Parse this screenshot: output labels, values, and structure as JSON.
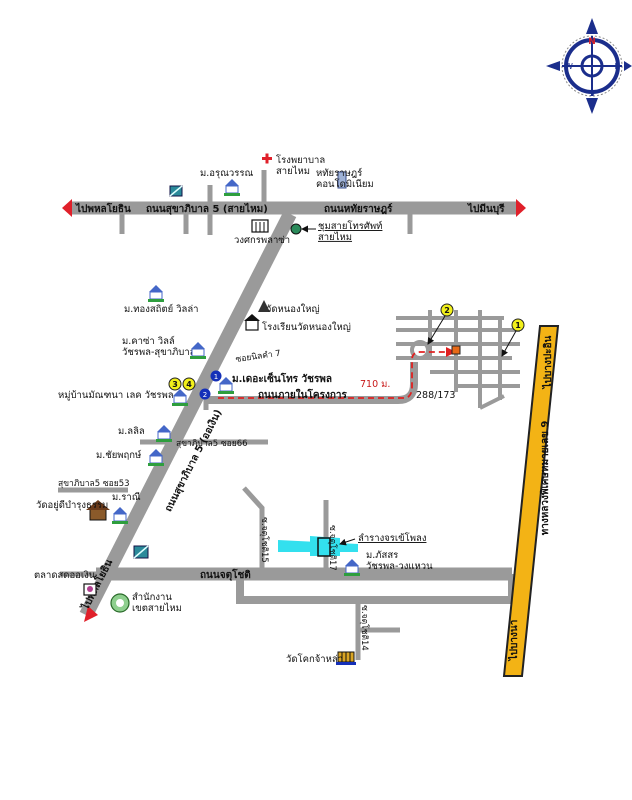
{
  "colors": {
    "road": "#9a9a9a",
    "road_dark": "#7c7c7c",
    "highway": "#f3b315",
    "route": "#e02020",
    "canal": "#33e0ee",
    "arrow_red": "#e0202a",
    "marker_yellow": "#f2f01a",
    "marker_blue": "#1530b8",
    "house": "#2e9e3e",
    "roof": "#4467c8"
  },
  "compass": {
    "n": "N",
    "s": "S",
    "e": "E",
    "w": "W"
  },
  "roads": {
    "top_left_direction": "ไปพหลโยธิน",
    "top_right_direction": "ไปมีนบุรี",
    "sukhaphiban5_north": "ถนนสุขาภิบาล 5 (สายไหม)",
    "hathairat": "ถนนหทัยราษฎร์",
    "sukhaphiban5_diag": "ถนนสุขาภิบาล 5 (ออเงิน)",
    "phahon_link": "ไปพหลโยธิน",
    "chatuchot": "ถนนจตุโชติ",
    "inner_road": "ถนนภายในโครงการ",
    "soi_left": "ซอยนิลคำ 7",
    "soi66": "สุขาภิบาล5 ซอย66",
    "soi53": "สุขาภิบาล5 ซอย53",
    "jatuchot_soi15": "ซ.จตุโชติ15",
    "jatuchot_soi17": "ซ.จตุโชติ17",
    "jatuchot_soi14": "ซ.จตุโชติ14",
    "highway_name": "ทางหลวงพิเศษหมายเลข 9",
    "highway_top": "ไปบางปะอิน",
    "highway_bottom": "ไปบางนา"
  },
  "places": {
    "hospital": "โรงพยาบาล\nสายไหม",
    "aroonwan": "ม.อรุณวรรณ",
    "hathairat_condo": "หทัยราษฎร์\nคอนโดมิเนียม",
    "wongsakorn": "วงศกรพลาซ่า",
    "phone_exchange": "ชุมสายโทรศัพท์\nสายไหม",
    "thongsathit": "ม.ทองสถิตย์ วิลล่า",
    "wat_nongyai": "วัดหนองใหญ่",
    "school_nongyai": "โรงเรียนวัดหนองใหญ่",
    "kasa_villa": "ม.คาซ่า วิลล์\nวัชรพล-สุขาภิบาล 5",
    "the_centro": "ม.เดอะเซ็นโทร วัชรพล",
    "manthana": "หมู่บ้านมัณฑนา เลค วัชรพล",
    "lalin": "ม.ลลิล",
    "chaiyaphruek": "ม.ชัยพฤกษ์",
    "rani": "ม.ราณี",
    "wat_yudee": "วัดอยู่ดีบำรุงธรรม",
    "ngoen_market": "ตลาดสดออเงิน",
    "district_office": "สำนักงาน\nเขตสายไหม",
    "lam_rang": "ลำรางจรเข้โพลง",
    "phassorn": "ม.ภัสสร\nวัชรพล-วงแหวน",
    "wat_khokchao": "วัดโคกจ้าหล่า",
    "distance": "710 ม.",
    "address": "288/173"
  },
  "markers": [
    "1",
    "2",
    "3",
    "4"
  ]
}
